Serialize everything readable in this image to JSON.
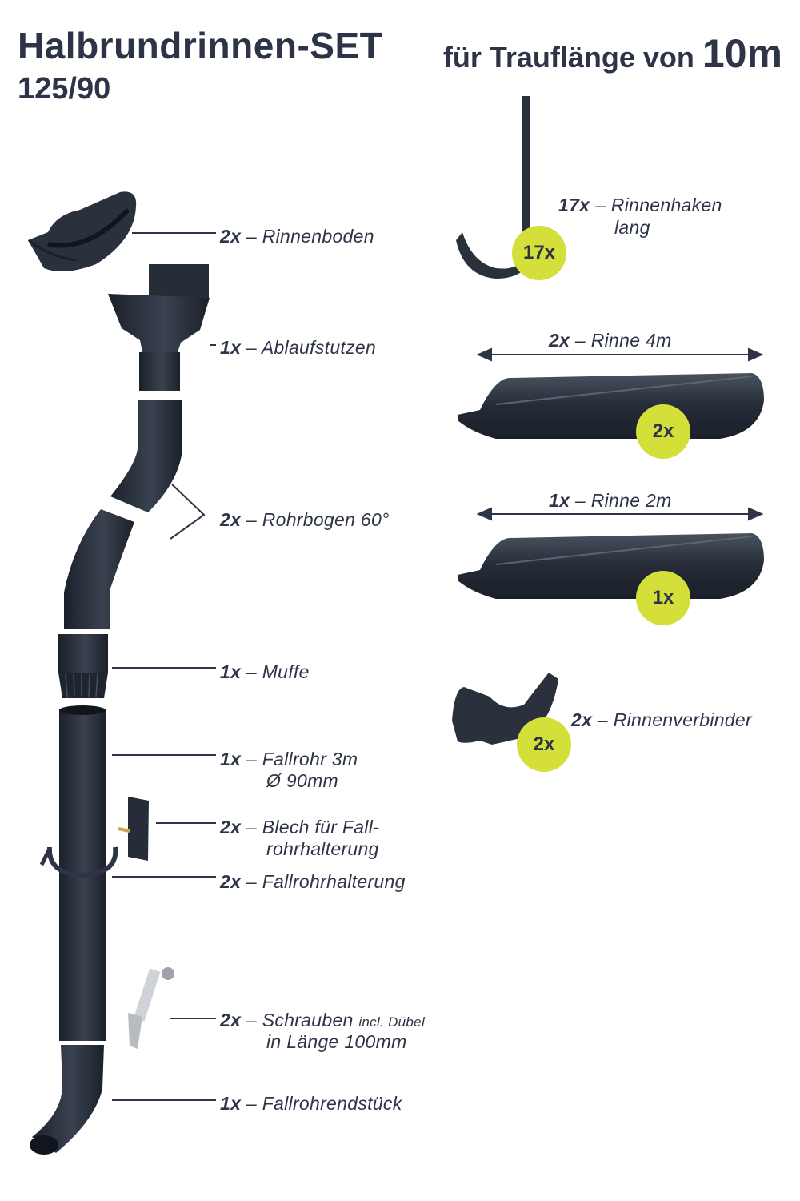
{
  "header": {
    "title": "Halbrundrinnen-SET",
    "subtitle": "125/90",
    "right_prefix": "für Trauflänge von",
    "right_value": "10m"
  },
  "parts_left": [
    {
      "qty": "2x",
      "name": "Rinnenboden",
      "icon": "gutter-end-cap"
    },
    {
      "qty": "1x",
      "name": "Ablaufstutzen",
      "icon": "gutter-outlet"
    },
    {
      "qty": "2x",
      "name": "Rohrbogen 60°",
      "icon": "pipe-elbow"
    },
    {
      "qty": "1x",
      "name": "Muffe",
      "icon": "pipe-socket"
    },
    {
      "qty": "1x",
      "name": "Fallrohr 3m",
      "line2": "Ø 90mm",
      "icon": "downpipe"
    },
    {
      "qty": "2x",
      "name": "Blech für Fall-",
      "line2": "rohrhalterung",
      "icon": "bracket-plate"
    },
    {
      "qty": "2x",
      "name": "Fallrohrhalterung",
      "icon": "pipe-clamp"
    },
    {
      "qty": "2x",
      "name": "Schrauben",
      "note": "incl. Dübel",
      "line2": "in Länge 100mm",
      "icon": "screw"
    },
    {
      "qty": "1x",
      "name": "Fallrohrendstück",
      "icon": "pipe-end-piece"
    }
  ],
  "parts_right": [
    {
      "qty": "17x",
      "name": "Rinnenhaken",
      "line2": "lang",
      "badge": "17x",
      "icon": "gutter-hook"
    },
    {
      "qty": "2x",
      "name": "Rinne 4m",
      "badge": "2x",
      "icon": "gutter-4m"
    },
    {
      "qty": "1x",
      "name": "Rinne 2m",
      "badge": "1x",
      "icon": "gutter-2m"
    },
    {
      "qty": "2x",
      "name": "Rinnenverbinder",
      "badge": "2x",
      "icon": "gutter-connector"
    }
  ],
  "colors": {
    "text": "#2d3447",
    "part": "#252c38",
    "badge": "#d4df3a"
  },
  "separator": "–"
}
